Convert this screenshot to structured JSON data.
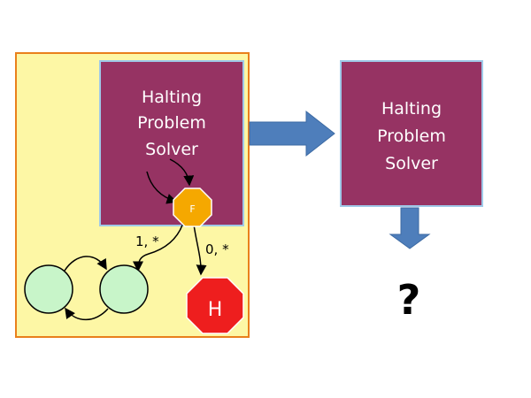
{
  "left_solver": {
    "lines": [
      "Halting",
      "Problem",
      "Solver"
    ]
  },
  "right_solver": {
    "lines": [
      "Halting",
      "Problem",
      "Solver"
    ]
  },
  "state_f": {
    "label": "F"
  },
  "halt_state": {
    "label": "H"
  },
  "edges": {
    "to_loop_label": "1, *",
    "to_halt_label": "0, *"
  },
  "result": {
    "text": "?"
  },
  "colors": {
    "outer_box_fill": "#FDF7A5",
    "outer_box_border": "#E9801C",
    "solver_fill": "#963363",
    "solver_border": "#9FC9E8",
    "arrow_fill": "#4E7EBB",
    "state_f_fill": "#F5A800",
    "halt_fill": "#EE1E1E",
    "loop_state_fill": "#C8F5C9"
  }
}
